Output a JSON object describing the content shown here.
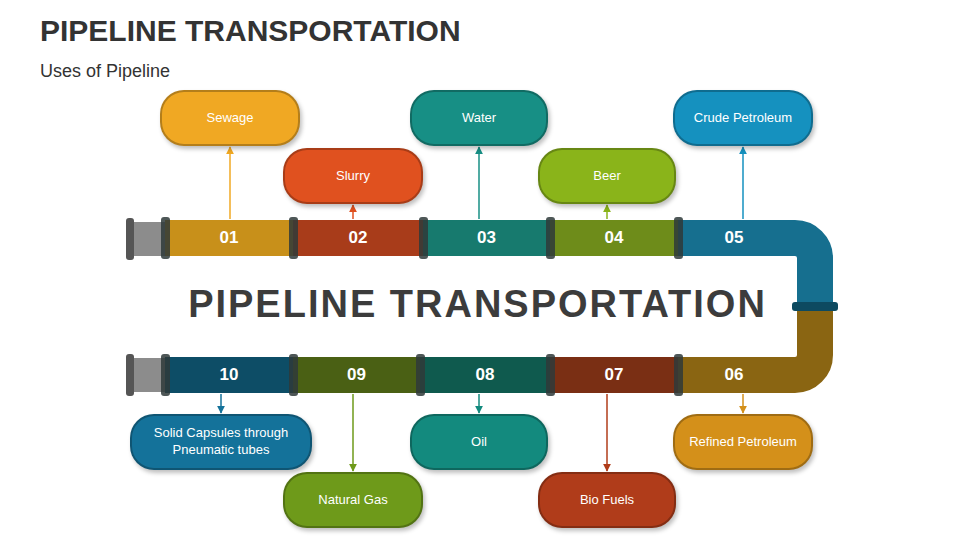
{
  "diagram": {
    "title": "PIPELINE TRANSPORTATION",
    "nodes": [
      {
        "text": [
          "01"
        ]
      },
      {
        "text": [
          "Sewage"
        ]
      },
      {
        "text": [
          "02"
        ]
      },
      {
        "text": [
          "Slurry"
        ]
      },
      {
        "text": [
          "03"
        ]
      },
      {
        "text": [
          "Water"
        ]
      },
      {
        "text": [
          "04"
        ]
      },
      {
        "text": [
          "Beer"
        ]
      },
      {
        "text": [
          "05"
        ]
      },
      {
        "text": [
          "Crude Petroleum"
        ]
      },
      {
        "text": [
          "06"
        ]
      },
      {
        "text": [
          "Refined Petroleum"
        ]
      },
      {
        "text": [
          "07"
        ]
      },
      {
        "text": [
          "Bio Fuels"
        ]
      },
      {
        "text": [
          "08"
        ]
      },
      {
        "text": [
          "Oil"
        ]
      },
      {
        "text": [
          "09"
        ]
      },
      {
        "text": [
          "Natural Gas"
        ]
      },
      {
        "text": [
          "10"
        ]
      },
      {
        "text": [
          "Solid Capsules through Pneumatic tubes"
        ]
      }
    ],
    "edges": [
      {
        "from": 0,
        "to": 1,
        "arrow": "to"
      },
      {
        "from": 2,
        "to": 3,
        "arrow": "to"
      },
      {
        "from": 4,
        "to": 5,
        "arrow": "to"
      },
      {
        "from": 6,
        "to": 7,
        "arrow": "to"
      },
      {
        "from": 8,
        "to": 9,
        "arrow": "to"
      },
      {
        "from": 10,
        "to": 11,
        "arrow": "to"
      },
      {
        "from": 12,
        "to": 13,
        "arrow": "to"
      },
      {
        "from": 14,
        "to": 15,
        "arrow": "to"
      },
      {
        "from": 16,
        "to": 17,
        "arrow": "to"
      },
      {
        "from": 18,
        "to": 19,
        "arrow": "to"
      }
    ],
    "labels": [
      "Uses of Pipeline",
      "PIPELINE TRANSPORTATION"
    ]
  }
}
